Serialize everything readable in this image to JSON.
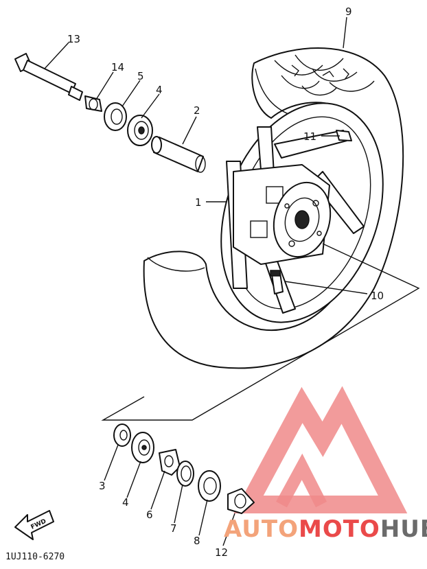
{
  "diagram": {
    "part_labels": [
      {
        "id": "13",
        "text": "13"
      },
      {
        "id": "14",
        "text": "14"
      },
      {
        "id": "5",
        "text": "5"
      },
      {
        "id": "4",
        "text": "4"
      },
      {
        "id": "2",
        "text": "2"
      },
      {
        "id": "9",
        "text": "9"
      },
      {
        "id": "11",
        "text": "11"
      },
      {
        "id": "1",
        "text": "1"
      },
      {
        "id": "10",
        "text": "10"
      },
      {
        "id": "3",
        "text": "3"
      },
      {
        "id": "4b",
        "text": "4"
      },
      {
        "id": "6",
        "text": "6"
      },
      {
        "id": "7",
        "text": "7"
      },
      {
        "id": "8",
        "text": "8"
      },
      {
        "id": "12",
        "text": "12"
      }
    ],
    "forward_arrow_text": "FWD",
    "diagram_code": "1UJ110-6270"
  },
  "watermark": {
    "part1": "AUTO",
    "part2": "MOTO",
    "part3": "HUB",
    "colors": {
      "auto": "#f3a37a",
      "moto": "#ea4a4a",
      "hub": "#6b6b6b",
      "triangle": "#f08a8a"
    }
  }
}
